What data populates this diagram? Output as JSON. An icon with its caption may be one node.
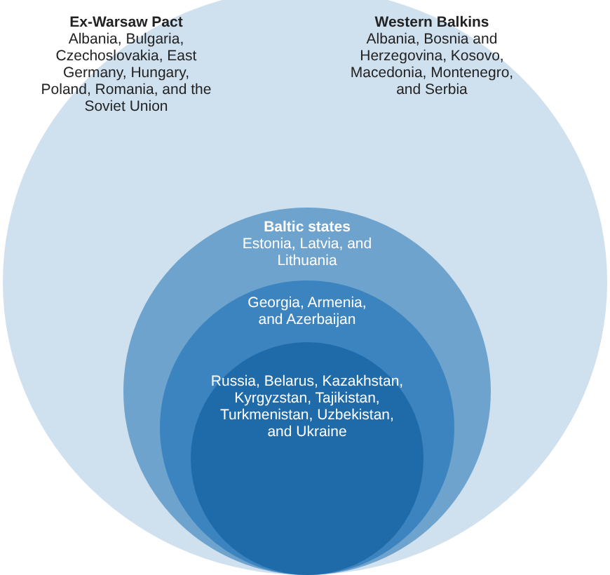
{
  "diagram": {
    "nodes": [
      {
        "text": [
          "Ex-Warsaw Pact",
          "Albania, Bulgaria, Czechoslovakia, East Germany, Hungary, Poland, Romania, and the Soviet Union",
          "Western Balkins",
          "Albania, Bosnia and Herzegovina, Kosovo, Macedonia, Montenegro, and Serbia"
        ]
      },
      {
        "text": [
          "Baltic states",
          "Estonia, Latvia, and Lithuania"
        ],
        "in": 0
      },
      {
        "text": [
          "Georgia, Armenia, and Azerbaijan"
        ],
        "in": 1
      },
      {
        "text": [
          "Russia, Belarus, Kazakhstan, Kyrgyzstan, Tajikistan, Turkmenistan, Uzbekistan, and Ukraine"
        ],
        "in": 2
      }
    ],
    "edges": []
  }
}
